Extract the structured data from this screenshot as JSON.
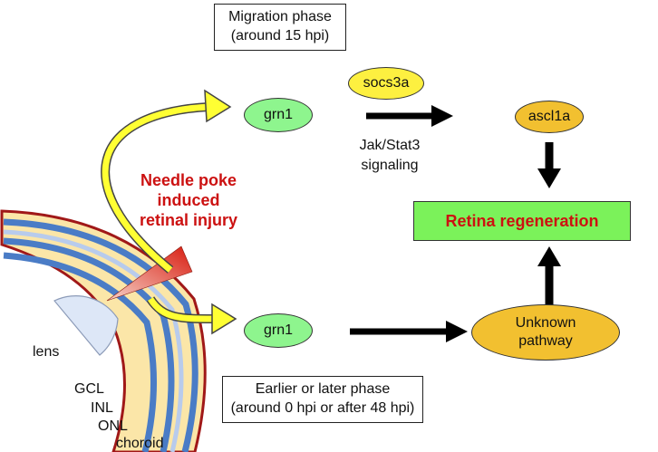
{
  "colors": {
    "grn1": "#8ef58e",
    "socs3a": "#fdf040",
    "ascl1a": "#f2c030",
    "unknown": "#f2c030",
    "regen_box": "#7bf25a",
    "red_text": "#cc1111",
    "yellow_arrow": "#ffff33",
    "retina_rim": "#a01818",
    "retina_yellow": "#fbe6a8",
    "retina_blue": "#4a7cc6",
    "retina_lightblue": "#b8cbec",
    "lens": "#dde7f7"
  },
  "top_phase": {
    "line1": "Migration phase",
    "line2": "(around 15 hpi)"
  },
  "bottom_phase": {
    "line1": "Earlier or later phase",
    "line2": "(around 0 hpi or after 48 hpi)"
  },
  "nodes": {
    "grn1_top": "grn1",
    "socs3a": "socs3a",
    "ascl1a": "ascl1a",
    "grn1_bottom": "grn1",
    "unknown_line1": "Unknown",
    "unknown_line2": "pathway"
  },
  "signaling": {
    "line1": "Jak/Stat3",
    "line2": "signaling"
  },
  "injury": {
    "line1": "Needle poke",
    "line2": "induced",
    "line3": "retinal injury"
  },
  "regeneration": "Retina regeneration",
  "layers": {
    "lens": "lens",
    "gcl": "GCL",
    "inl": "INL",
    "onl": "ONL",
    "choroid": "choroid"
  },
  "icons": [
    "yellow-curved-arrow",
    "black-right-arrow",
    "black-up-arrow",
    "black-down-arrow",
    "needle-cone"
  ]
}
